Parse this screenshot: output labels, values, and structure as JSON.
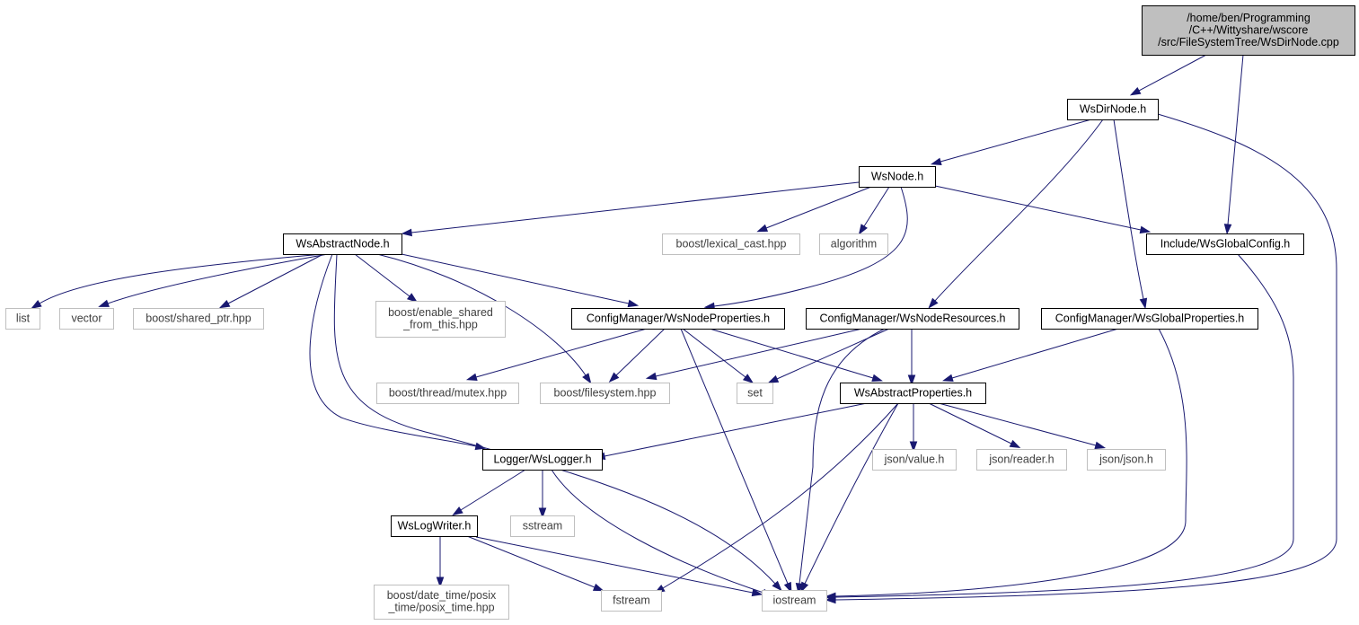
{
  "colors": {
    "edge": "#191970",
    "node_border": "#000000",
    "external_border": "#bfbfbf",
    "root_fill": "#bfbfbf",
    "node_fill": "#ffffff",
    "text": "#000000",
    "external_text": "#404040"
  },
  "nodes": [
    {
      "id": "root",
      "kind": "root",
      "lines": [
        "/home/ben/Programming",
        "/C++/Wittyshare/wscore",
        "/src/FileSystemTree/WsDirNode.cpp"
      ]
    },
    {
      "id": "wsdirnode",
      "kind": "local",
      "lines": [
        "WsDirNode.h"
      ]
    },
    {
      "id": "wsnode",
      "kind": "local",
      "lines": [
        "WsNode.h"
      ]
    },
    {
      "id": "wsabstractnode",
      "kind": "local",
      "lines": [
        "WsAbstractNode.h"
      ]
    },
    {
      "id": "lexical_cast",
      "kind": "external",
      "lines": [
        "boost/lexical_cast.hpp"
      ]
    },
    {
      "id": "algorithm",
      "kind": "external",
      "lines": [
        "algorithm"
      ]
    },
    {
      "id": "wsglobalconfig",
      "kind": "local",
      "lines": [
        "Include/WsGlobalConfig.h"
      ]
    },
    {
      "id": "list",
      "kind": "external",
      "lines": [
        "list"
      ]
    },
    {
      "id": "vector",
      "kind": "external",
      "lines": [
        "vector"
      ]
    },
    {
      "id": "shared_ptr",
      "kind": "external",
      "lines": [
        "boost/shared_ptr.hpp"
      ]
    },
    {
      "id": "enable_shared",
      "kind": "external",
      "lines": [
        "boost/enable_shared",
        "_from_this.hpp"
      ]
    },
    {
      "id": "wsnodeproperties",
      "kind": "local",
      "lines": [
        "ConfigManager/WsNodeProperties.h"
      ]
    },
    {
      "id": "wsnoderesources",
      "kind": "local",
      "lines": [
        "ConfigManager/WsNodeResources.h"
      ]
    },
    {
      "id": "wsglobalproperties",
      "kind": "local",
      "lines": [
        "ConfigManager/WsGlobalProperties.h"
      ]
    },
    {
      "id": "thread_mutex",
      "kind": "external",
      "lines": [
        "boost/thread/mutex.hpp"
      ]
    },
    {
      "id": "filesystem",
      "kind": "external",
      "lines": [
        "boost/filesystem.hpp"
      ]
    },
    {
      "id": "set",
      "kind": "external",
      "lines": [
        "set"
      ]
    },
    {
      "id": "wsabstractproperties",
      "kind": "local",
      "lines": [
        "WsAbstractProperties.h"
      ]
    },
    {
      "id": "wslogger",
      "kind": "local",
      "lines": [
        "Logger/WsLogger.h"
      ]
    },
    {
      "id": "json_value",
      "kind": "external",
      "lines": [
        "json/value.h"
      ]
    },
    {
      "id": "json_reader",
      "kind": "external",
      "lines": [
        "json/reader.h"
      ]
    },
    {
      "id": "json_json",
      "kind": "external",
      "lines": [
        "json/json.h"
      ]
    },
    {
      "id": "wslogwriter",
      "kind": "local",
      "lines": [
        "WsLogWriter.h"
      ]
    },
    {
      "id": "sstream",
      "kind": "external",
      "lines": [
        "sstream"
      ]
    },
    {
      "id": "posix_time",
      "kind": "external",
      "lines": [
        "boost/date_time/posix",
        "_time/posix_time.hpp"
      ]
    },
    {
      "id": "fstream",
      "kind": "external",
      "lines": [
        "fstream"
      ]
    },
    {
      "id": "iostream",
      "kind": "external",
      "lines": [
        "iostream"
      ]
    }
  ],
  "edges": [
    {
      "from": "root",
      "to": "wsdirnode"
    },
    {
      "from": "root",
      "to": "wsglobalconfig"
    },
    {
      "from": "wsdirnode",
      "to": "wsnode"
    },
    {
      "from": "wsdirnode",
      "to": "wsnoderesources"
    },
    {
      "from": "wsdirnode",
      "to": "wsglobalproperties"
    },
    {
      "from": "wsdirnode",
      "to": "iostream"
    },
    {
      "from": "wsnode",
      "to": "wsabstractnode"
    },
    {
      "from": "wsnode",
      "to": "lexical_cast"
    },
    {
      "from": "wsnode",
      "to": "algorithm"
    },
    {
      "from": "wsnode",
      "to": "wsglobalconfig"
    },
    {
      "from": "wsnode",
      "to": "wsnodeproperties"
    },
    {
      "from": "wsabstractnode",
      "to": "list"
    },
    {
      "from": "wsabstractnode",
      "to": "vector"
    },
    {
      "from": "wsabstractnode",
      "to": "shared_ptr"
    },
    {
      "from": "wsabstractnode",
      "to": "enable_shared"
    },
    {
      "from": "wsabstractnode",
      "to": "wsnodeproperties"
    },
    {
      "from": "wsabstractnode",
      "to": "filesystem"
    },
    {
      "from": "wsabstractnode",
      "to": "wslogger"
    },
    {
      "from": "wsabstractnode",
      "to": "iostream"
    },
    {
      "from": "wsglobalconfig",
      "to": "iostream"
    },
    {
      "from": "wsnodeproperties",
      "to": "thread_mutex"
    },
    {
      "from": "wsnodeproperties",
      "to": "filesystem"
    },
    {
      "from": "wsnodeproperties",
      "to": "set"
    },
    {
      "from": "wsnodeproperties",
      "to": "wsabstractproperties"
    },
    {
      "from": "wsnodeproperties",
      "to": "iostream"
    },
    {
      "from": "wsnoderesources",
      "to": "filesystem"
    },
    {
      "from": "wsnoderesources",
      "to": "set"
    },
    {
      "from": "wsnoderesources",
      "to": "wsabstractproperties"
    },
    {
      "from": "wsnoderesources",
      "to": "iostream"
    },
    {
      "from": "wsglobalproperties",
      "to": "wsabstractproperties"
    },
    {
      "from": "wsglobalproperties",
      "to": "iostream"
    },
    {
      "from": "wsabstractproperties",
      "to": "wslogger"
    },
    {
      "from": "wsabstractproperties",
      "to": "json_value"
    },
    {
      "from": "wsabstractproperties",
      "to": "json_reader"
    },
    {
      "from": "wsabstractproperties",
      "to": "json_json"
    },
    {
      "from": "wsabstractproperties",
      "to": "fstream"
    },
    {
      "from": "wsabstractproperties",
      "to": "iostream"
    },
    {
      "from": "wslogger",
      "to": "wslogwriter"
    },
    {
      "from": "wslogger",
      "to": "sstream"
    },
    {
      "from": "wslogger",
      "to": "iostream"
    },
    {
      "from": "wslogwriter",
      "to": "posix_time"
    },
    {
      "from": "wslogwriter",
      "to": "fstream"
    },
    {
      "from": "wslogwriter",
      "to": "iostream"
    }
  ]
}
